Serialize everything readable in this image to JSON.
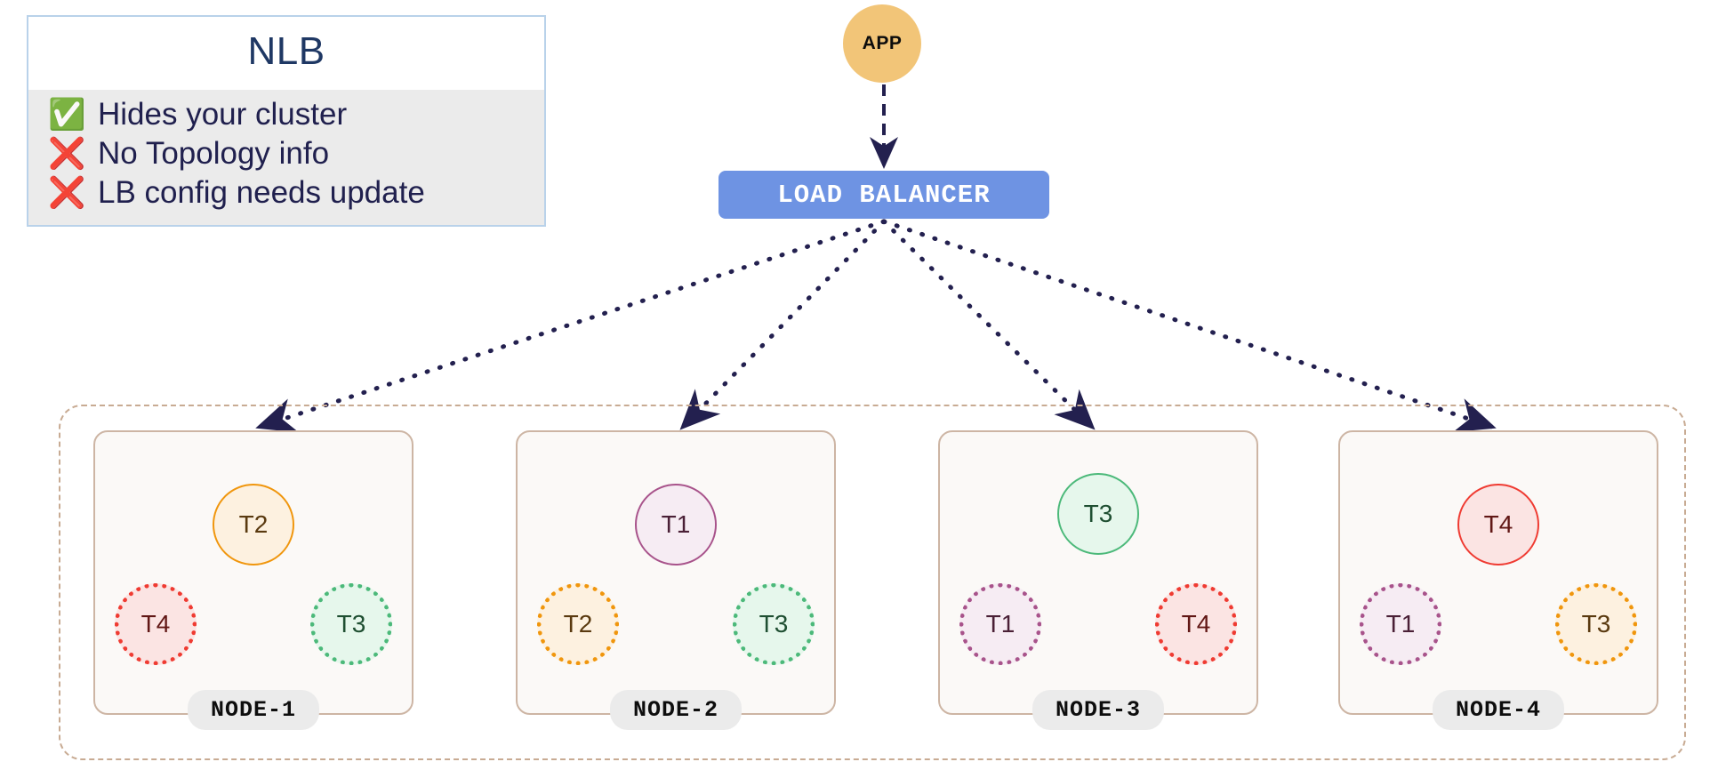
{
  "legend": {
    "title": "NLB",
    "rows": [
      {
        "icon": "check-mark-button",
        "glyph": "✅",
        "text": "Hides your cluster",
        "kind": "ok"
      },
      {
        "icon": "cross-mark",
        "glyph": "❌",
        "text": "No Topology info",
        "kind": "bad"
      },
      {
        "icon": "cross-mark",
        "glyph": "❌",
        "text": "LB config needs update",
        "kind": "bad"
      }
    ]
  },
  "app": {
    "label": "APP"
  },
  "load_balancer": {
    "label": "LOAD  BALANCER"
  },
  "colors": {
    "app_fill": "#f2c578",
    "lb_fill": "#6e93e3",
    "arrow": "#23204f",
    "cluster_border": "#c8ab93",
    "node_border": "#cdb5a4",
    "node_fill": "#fbf9f7",
    "legend_border": "#b9d2ea",
    "legend_body": "#ebebeb",
    "legend_text": "#20204e",
    "shard_orange": "#f0960d",
    "shard_purple": "#a8538b",
    "shard_green": "#4cb97a",
    "shard_red": "#ef3b32"
  },
  "nodes": [
    {
      "label": "NODE-1",
      "primary": {
        "label": "T2",
        "color": "orange"
      },
      "replica_left": {
        "label": "T4",
        "color": "red"
      },
      "replica_right": {
        "label": "T3",
        "color": "green"
      }
    },
    {
      "label": "NODE-2",
      "primary": {
        "label": "T1",
        "color": "purple"
      },
      "replica_left": {
        "label": "T2",
        "color": "orange"
      },
      "replica_right": {
        "label": "T3",
        "color": "green"
      }
    },
    {
      "label": "NODE-3",
      "primary": {
        "label": "T3",
        "color": "green"
      },
      "replica_left": {
        "label": "T1",
        "color": "purple"
      },
      "replica_right": {
        "label": "T4",
        "color": "red"
      }
    },
    {
      "label": "NODE-4",
      "primary": {
        "label": "T4",
        "color": "red"
      },
      "replica_left": {
        "label": "T1",
        "color": "purple"
      },
      "replica_right": {
        "label": "T3",
        "color": "orange"
      }
    }
  ]
}
